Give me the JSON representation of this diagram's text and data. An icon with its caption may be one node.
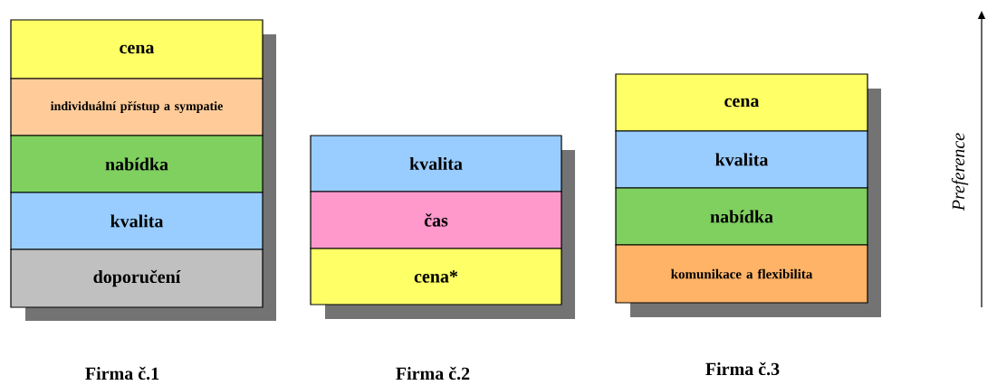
{
  "diagram": {
    "nodes": [
      {
        "text": [
          "cena"
        ]
      },
      {
        "text": [
          "individuální  přístup a sympatie"
        ]
      },
      {
        "text": [
          "nabídka"
        ]
      },
      {
        "text": [
          "kvalita"
        ]
      },
      {
        "text": [
          "doporučení"
        ]
      },
      {
        "text": [
          "kvalita"
        ]
      },
      {
        "text": [
          "čas"
        ]
      },
      {
        "text": [
          "cena*"
        ]
      },
      {
        "text": [
          "cena"
        ]
      },
      {
        "text": [
          "kvalita"
        ]
      },
      {
        "text": [
          "nabídka"
        ]
      },
      {
        "text": [
          "komunikace a flexibilita"
        ]
      }
    ],
    "labels": [
      "Firma č.1",
      "Firma č.2",
      "Firma č.3",
      "Preference"
    ]
  }
}
